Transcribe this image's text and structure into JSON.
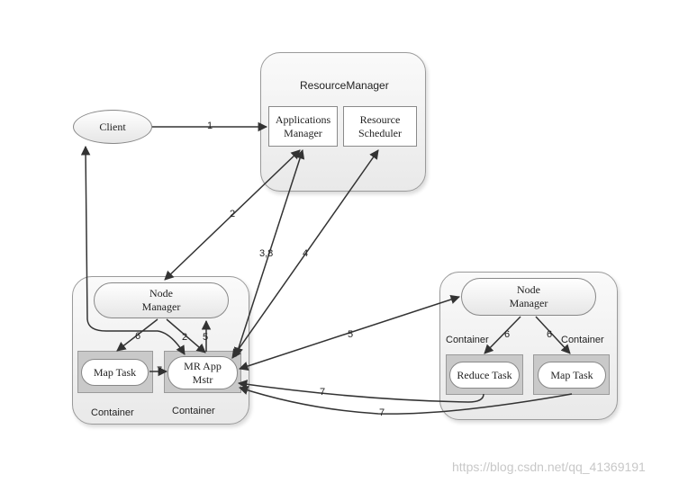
{
  "resource_manager": {
    "title": "ResourceManager",
    "applications_manager": "Applications\nManager",
    "resource_scheduler": "Resource\nScheduler"
  },
  "client": "Client",
  "left_node": {
    "node_manager": "Node\nManager",
    "map_task": "Map Task",
    "mr_app_mstr": "MR App\nMstr",
    "container_left": "Container",
    "container_right": "Container"
  },
  "right_node": {
    "node_manager": "Node\nManager",
    "reduce_task": "Reduce Task",
    "map_task": "Map Task",
    "container_left": "Container",
    "container_right": "Container"
  },
  "edge_labels": {
    "e1": "1",
    "e2": "2",
    "e38": "3,8",
    "e4": "4",
    "e5_right": "5",
    "e6_left": "6",
    "e2_left": "2",
    "e5_up": "5",
    "e7_left": "7",
    "e6_right_a": "6",
    "e6_right_b": "6",
    "e7_top": "7",
    "e7_bottom": "7"
  },
  "watermark": "https://blog.csdn.net/qq_41369191"
}
